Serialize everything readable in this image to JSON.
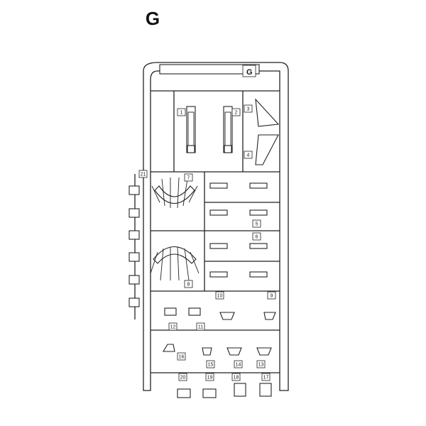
{
  "sprue": {
    "title": "G",
    "tag_label": "G",
    "part_numbers": [
      "1",
      "2",
      "3",
      "4",
      "5",
      "6",
      "7",
      "8",
      "9",
      "10",
      "11",
      "12",
      "13",
      "14",
      "15",
      "16",
      "17",
      "18",
      "19",
      "20",
      "21"
    ]
  }
}
